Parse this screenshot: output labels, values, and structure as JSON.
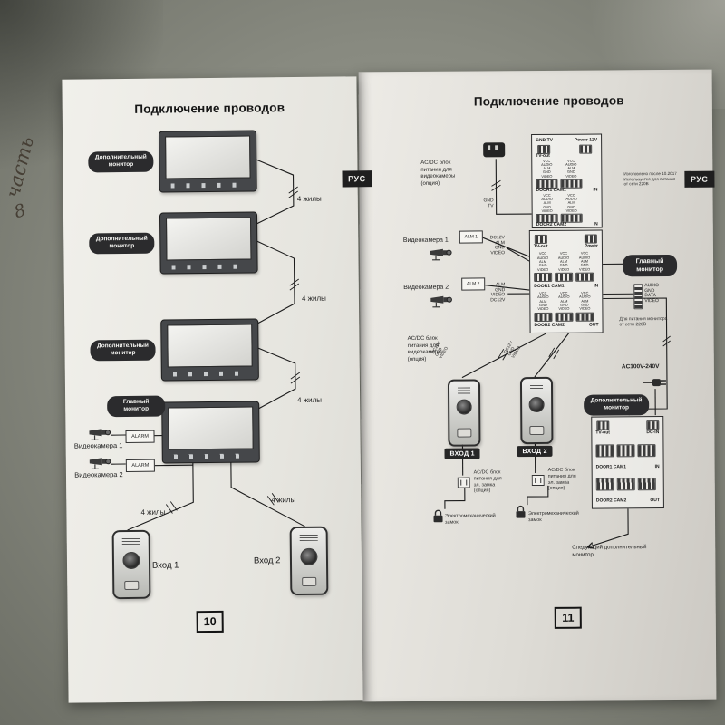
{
  "photo": {
    "handwriting_word": "часть",
    "handwriting_number": "8"
  },
  "left_page": {
    "title": "Подключение проводов",
    "rus_badge": "РУС",
    "page_number": "10",
    "monitor1_label": "Дополнительный\nмонитор",
    "monitor2_label": "Дополнительный\nмонитор",
    "monitor3_label": "Дополнительный\nмонитор",
    "monitor4_label": "Главный\nмонитор",
    "wire1": "4 жилы",
    "wire2": "4 жилы",
    "wire3": "4 жилы",
    "wire4": "4 жилы",
    "wire5": "4 жилы",
    "camera1_label": "Видеокамера 1",
    "camera2_label": "Видеокамера 2",
    "alarm1": "ALARM",
    "alarm2": "ALARM",
    "entrance1": "Вход 1",
    "entrance2": "Вход 2"
  },
  "right_page": {
    "title": "Подключение проводов",
    "rus_badge": "РУС",
    "page_number": "11",
    "side_note": "Изготовлено после 10.2017\nИспользуется для питания\nот сети 220В",
    "psu_camera_1": "AC/DC блок\nпитания для\nвидеокамеры\n(опция)",
    "psu_camera_2": "AC/DC блок\nпитания для\nвидеокамеры\n(опция)",
    "gnd_tv_label": "GND\nTV",
    "camera1_label": "Видеокамера 1",
    "camera2_label": "Видеокамера 2",
    "alm1": "ALM 1",
    "alm2": "ALM 2",
    "camera1_pins": "DC12V\nALM\nGND\nVIDEO",
    "camera2_pins": "ALM\nGND\nVIDEO\nDC12V",
    "door1_pins": "DC12V\nGND\nVIDEO",
    "door2_pins": "DC12V\nGND\nVIDEO",
    "main_monitor_badge": "Главный\nмонитор",
    "audio_pins": "AUDIO\nGND\nDATA\nVIDEO",
    "power_note": "Для питания монитора\nот сети 220В",
    "ac_label": "AC100V-240V",
    "add_monitor_badge": "Дополнительный\nмонитор",
    "entrance1_badge": "ВХОД 1",
    "entrance2_badge": "ВХОД 2",
    "psu_lock_1": "AC/DC блок\nпитания для\nэл. замка\n(опция)",
    "psu_lock_2": "AC/DC блок\nпитания для\nэл. замка\n(опция)",
    "lock1_label": "Электромеханический\nзамок",
    "lock2_label": "Электромеханический\nзамок",
    "next_monitor": "Следующий дополнительный\nмонитор",
    "top_panel": {
      "gnd_tv": "GND TV",
      "power": "Power 12V",
      "tv_out": "TV-out",
      "pins": "VCC\nAUDIO\nALM\nGND\nVIDEO",
      "row1_label": "DOOR1 CAM1",
      "row1_dir": "IN",
      "row2_label": "DOOR2 CAM2",
      "row2_dir": "IN"
    },
    "main_panel": {
      "tv_out": "TV-out",
      "power": "Power",
      "pins": "VCC\nAUDIO\nALM\nGND\nVIDEO",
      "row1_label": "DOOR1 CAM1",
      "row1_dir": "IN",
      "row2_label": "DOOR2 CAM2",
      "row2_dir": "OUT"
    },
    "add_panel": {
      "tv_out": "TV-out",
      "dc_in": "DC-IN",
      "row1_label": "DOOR1 CAM1",
      "row1_dir": "IN",
      "row2_label": "DOOR2 CAM2",
      "row2_dir": "OUT"
    }
  }
}
